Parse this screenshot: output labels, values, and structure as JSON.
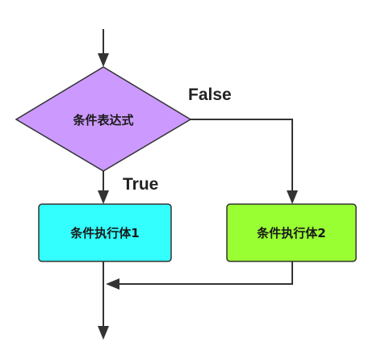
{
  "nodes": {
    "condition": {
      "label": "条件表达式",
      "fill": "#cc99ff",
      "stroke": "#333333"
    },
    "body1": {
      "label": "条件执行体1",
      "fill": "#33ffff",
      "stroke": "#333333"
    },
    "body2": {
      "label": "条件执行体2",
      "fill": "#99ff33",
      "stroke": "#333333"
    }
  },
  "edges": {
    "true_label": "True",
    "false_label": "False"
  }
}
